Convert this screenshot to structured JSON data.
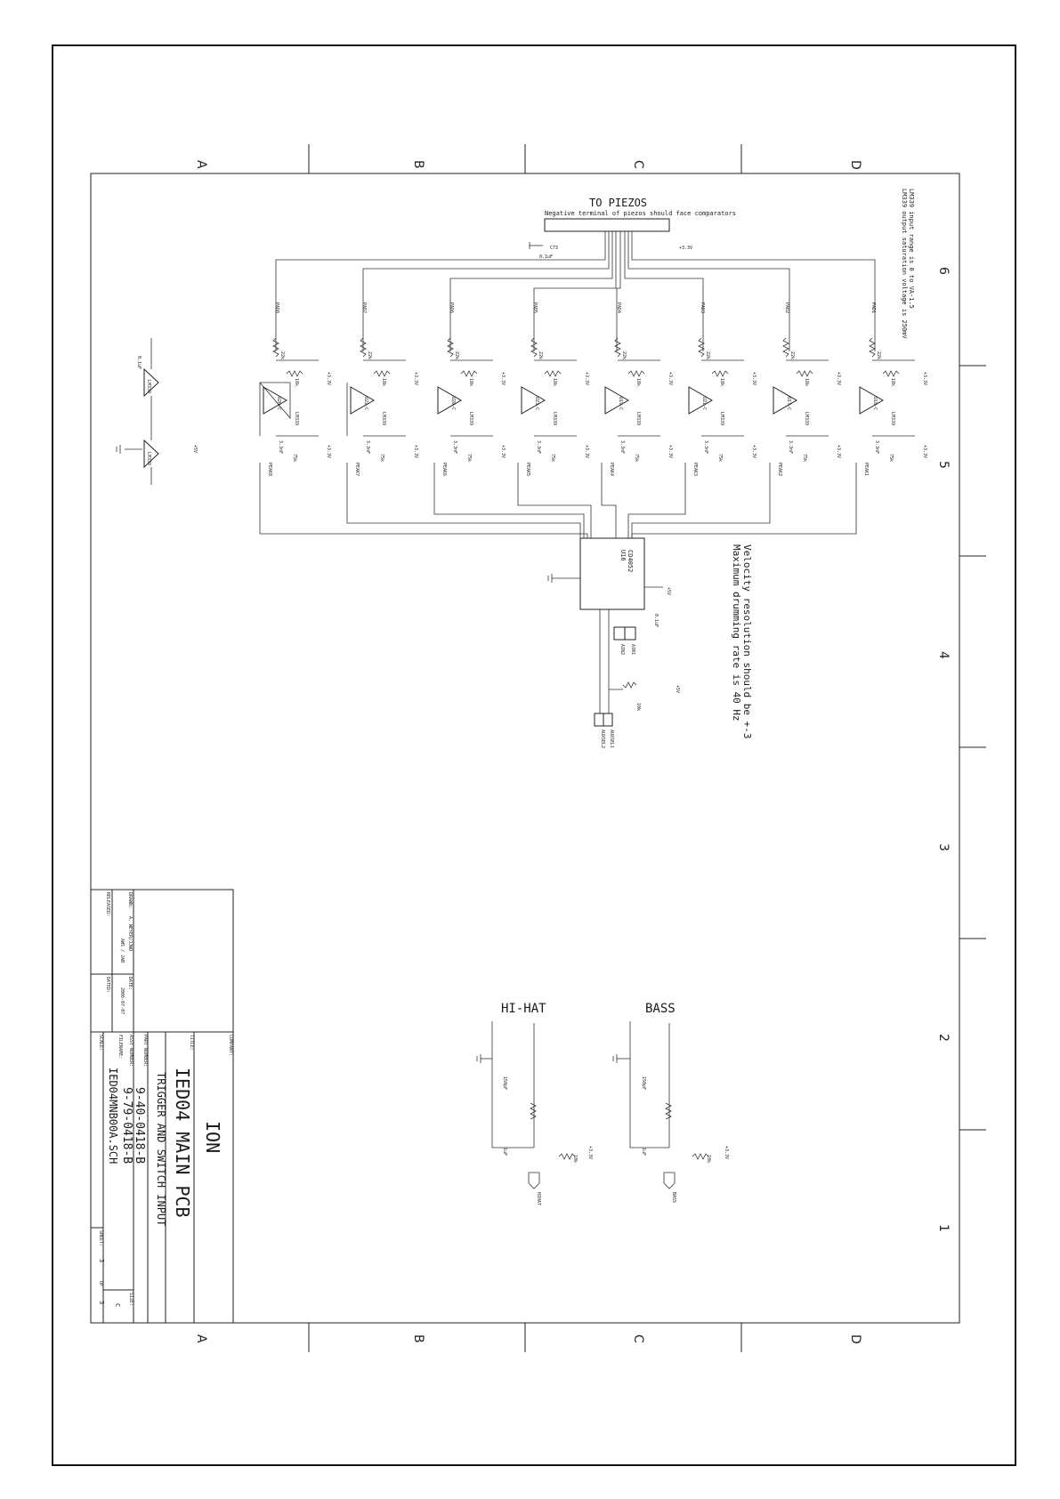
{
  "zones": {
    "rows": [
      "A",
      "B",
      "C",
      "D"
    ],
    "cols": [
      "6",
      "5",
      "4",
      "3",
      "2",
      "1"
    ]
  },
  "notes": {
    "to_piezos": "TO PIEZOS",
    "negative_terminal": "Negative terminal of piezos should face comparators",
    "lm339_input_range": "LM339 input range is 0 to VA-1.5",
    "lm339_output_sat": "LM339 output saturation voltage is 250mV",
    "velocity_resolution": "Velocity resolution should be +-3",
    "max_drumming_rate": "Maximum drumming rate is 40 Hz"
  },
  "sections": {
    "hihat": "HI-HAT",
    "bass": "BASS"
  },
  "peaks": [
    "PEAK8",
    "PEAK7",
    "PEAK6",
    "PEAK5",
    "PEAK4",
    "PEAK3",
    "PEAK2",
    "PEAK1"
  ],
  "pads": [
    "PAD8",
    "PAD7",
    "PAD6",
    "PAD5",
    "PAD4",
    "PAD3",
    "PAD2",
    "PAD1"
  ],
  "comparators": [
    "U20-C",
    "U22-C",
    "U28-C",
    "U23-C",
    "U19-C",
    "U21-C",
    "U17-C",
    "U18-C"
  ],
  "comparator_part": "LM339",
  "supply": {
    "p33": "+3.3V",
    "p5": "+5V"
  },
  "values": {
    "r_series": "22k",
    "r_bias": "18k",
    "r_peak": "75k",
    "c_peak": "3.3nF",
    "c_bulk": "0.1uF",
    "c_hat": "150pF",
    "c_aux": "1uF",
    "r_pull": "10k"
  },
  "mux": {
    "ref": "U16",
    "part": "CD4052",
    "ports": [
      "AUXSEL1",
      "AUXSEL2"
    ],
    "outputs": [
      "AIN1",
      "AIN2"
    ]
  },
  "hihat_out": "HIHAT",
  "bass_out": "BASS",
  "title_block": {
    "company_label": "COMPANY:",
    "company": "ION",
    "title_label": "TITLE:",
    "title": "IED04 MAIN PCB",
    "subtitle": "TRIGGER AND SWITCH INPUT",
    "assy_label": "ASSY NUMBER:",
    "assy_number": "9-40-0418-B",
    "part_label": "PART NUMBER:",
    "part_number": "9-79-0418-B",
    "file_label": "FILENAME:",
    "filename": "IED04MNB00A.SCH",
    "scale_label": "SCALE:",
    "sheet_label": "SHEET:",
    "sheet_num": "3",
    "of_label": "OF",
    "sheet_total": "3",
    "size_label": "SIZE:",
    "size": "C",
    "drawn_label": "DRAWN:",
    "drawn": "A. WEYER/JJWO",
    "drawn_initials": "AWS / JAB",
    "date_label": "DATE:",
    "date": "2006-07-07",
    "released_label": "RELEASED:",
    "dated_label": "DATED:"
  }
}
